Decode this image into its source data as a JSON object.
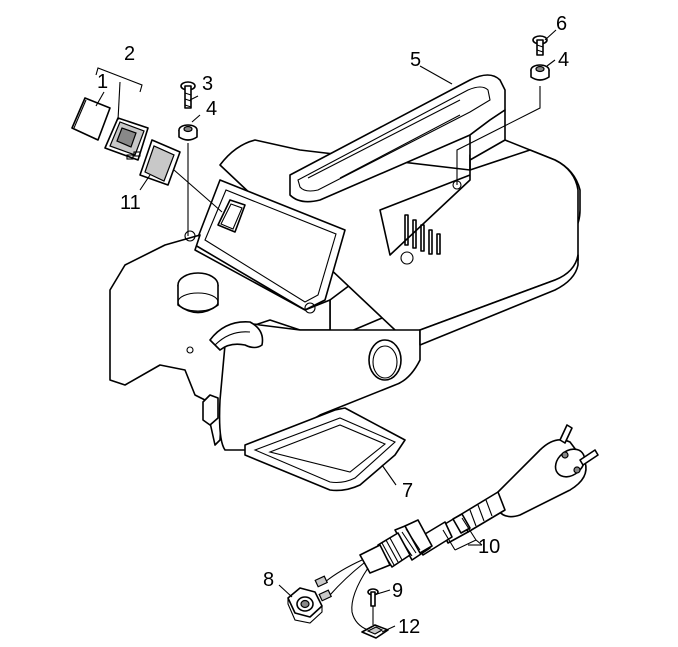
{
  "callouts": {
    "c1": "1",
    "c2": "2",
    "c3": "3",
    "c4a": "4",
    "c4b": "4",
    "c5": "5",
    "c6": "6",
    "c7": "7",
    "c8": "8",
    "c9": "9",
    "c10": "10",
    "c11": "11",
    "c12": "12"
  }
}
